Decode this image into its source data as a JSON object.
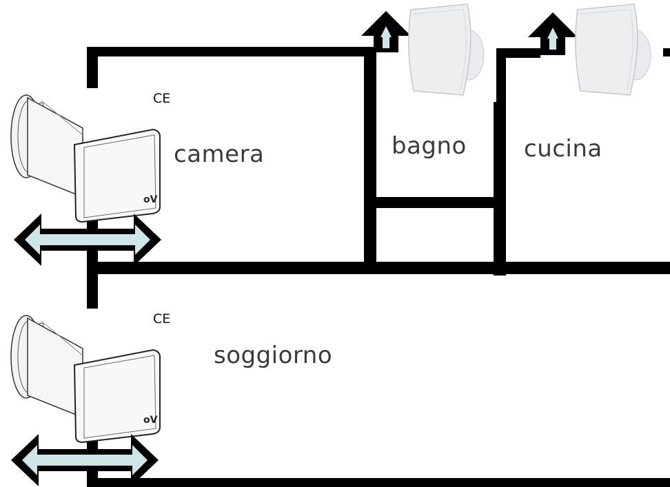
{
  "rooms": {
    "camera": "camera",
    "bagno": "bagno",
    "cucina": "cucina",
    "soggiorno": "soggiorno"
  },
  "marks": {
    "ce_top": "CE",
    "ce_bottom": "CE"
  },
  "colors": {
    "wall": "#000000",
    "arrow_fill": "#cfe6e9",
    "fan_body": "#e8eaec",
    "fan_shadow": "#c9cdd1",
    "unit_body": "#f4f4f4",
    "unit_line": "#333333"
  },
  "icons": {
    "exhaust_fan": "wall-exhaust-fan-icon",
    "recovery_unit": "single-room-heat-recovery-unit-icon",
    "bidirectional_flow": "double-headed-arrow-icon",
    "exhaust_flow": "up-arrow-icon"
  }
}
